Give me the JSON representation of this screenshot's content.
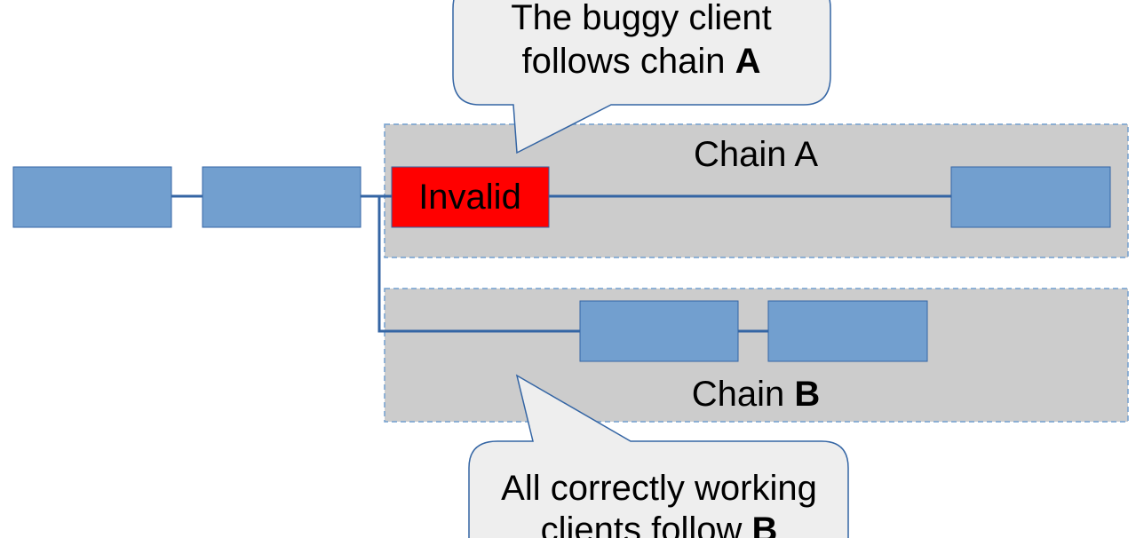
{
  "chain_a": {
    "label": "Chain A"
  },
  "chain_b": {
    "label_prefix": "Chain ",
    "label_bold": "B"
  },
  "invalid_block": {
    "label": "Invalid"
  },
  "callout_top": {
    "line1": "The buggy client",
    "line2_prefix": "follows chain ",
    "line2_bold": "A"
  },
  "callout_bottom": {
    "line1": "All correctly working",
    "line2_prefix": "clients follow ",
    "line2_bold": "B"
  },
  "colors": {
    "block_fill": "#729fcf",
    "block_stroke": "#3465a4",
    "invalid_fill": "#ff0000",
    "region_fill": "#cccccc",
    "region_stroke": "#729fcf",
    "connector": "#3465a4",
    "callout_fill": "#eeeeee",
    "callout_stroke": "#3465a4"
  }
}
